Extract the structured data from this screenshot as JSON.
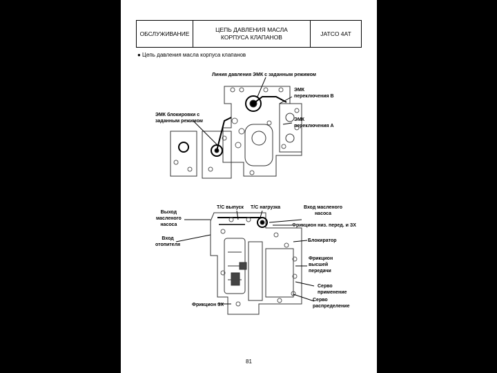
{
  "header": {
    "left": "ОБСЛУЖИВАНИЕ",
    "center_line1": "ЦЕПЬ ДАВЛЕНИЯ МАСЛА",
    "center_line2": "КОРПУСА КЛАПАНОВ",
    "right": "JATCO 4AT"
  },
  "subtitle": "● Цепь давления масла корпуса клапанов",
  "top_diagram": {
    "label_line": "Линия давления ЭМК с заданным режимом",
    "label_b_1": "ЭМК",
    "label_b_2": "переключения В",
    "label_a_1": "ЭМК",
    "label_a_2": "переключения А",
    "label_lock_1": "ЭМК   блокировки   с",
    "label_lock_2": "заданным режимом"
  },
  "bottom_diagram": {
    "tc_out": "Т/С выпуск",
    "tc_load": "Т/С нагрузка",
    "pump_in_1": "Вход масленого",
    "pump_in_2": "насоса",
    "pump_out_1": "Выход",
    "pump_out_2": "масленого",
    "pump_out_3": "насоса",
    "heater_1": "Вход",
    "heater_2": "отопителя",
    "clutch_low": "Фрикцион низ. перед. и ЗХ",
    "blocker": "Блокиратор",
    "clutch_high_1": "Фрикцион",
    "clutch_high_2": "высшей",
    "clutch_high_3": "передачи",
    "servo_apply_1": "Серво",
    "servo_apply_2": "применение",
    "servo_dist_1": "Серво",
    "servo_dist_2": "распределение",
    "clutch_3x": "Фрикцион ЗХ"
  },
  "page_number": "81"
}
